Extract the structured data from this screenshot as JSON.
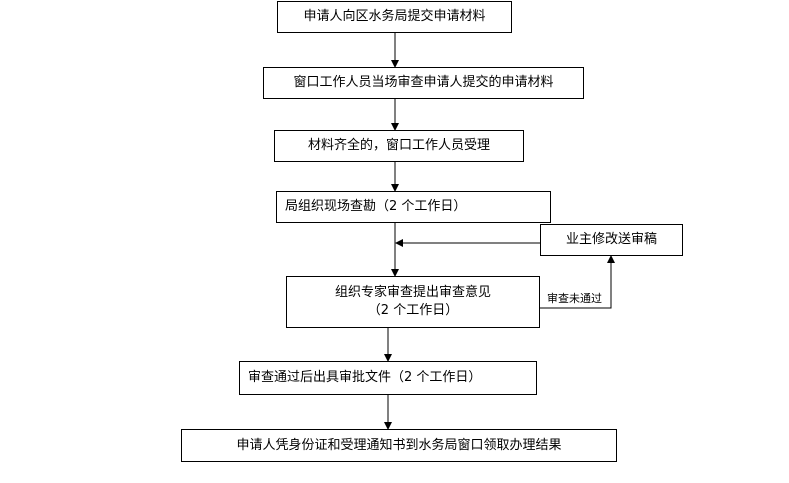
{
  "nodes": {
    "step1": "申请人向区水务局提交申请材料",
    "step2": "窗口工作人员当场审查申请人提交的申请材料",
    "step3": "材料齐全的，窗口工作人员受理",
    "step4": "局组织现场查勘（2 个工作日）",
    "revise": "业主修改送审稿",
    "step5_line1": "组织专家审查提出审查意见",
    "step5_line2": "（2 个工作日）",
    "step6": "审查通过后出具审批文件（2 个工作日）",
    "step7": "申请人凭身份证和受理通知书到水务局窗口领取办理结果"
  },
  "edges": {
    "reject_label": "审查未通过"
  }
}
